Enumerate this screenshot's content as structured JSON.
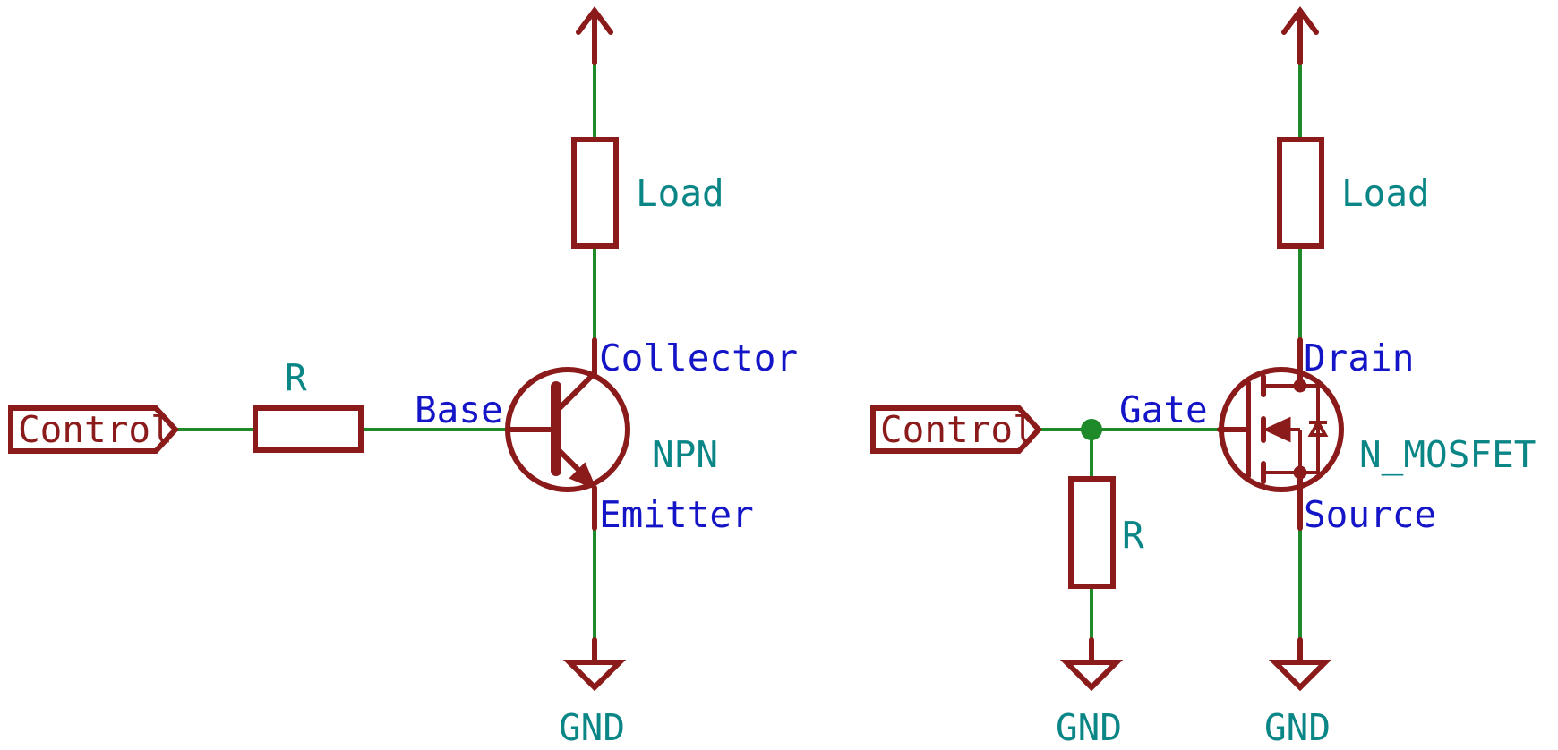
{
  "npn_circuit": {
    "input_label": "Control",
    "resistor_value": "R",
    "load_value": "Load",
    "transistor_value": "NPN",
    "pins": {
      "base": "Base",
      "collector": "Collector",
      "emitter": "Emitter"
    },
    "ground_label": "GND"
  },
  "mosfet_circuit": {
    "input_label": "Control",
    "resistor_value": "R",
    "load_value": "Load",
    "transistor_value": "N_MOSFET",
    "pins": {
      "gate": "Gate",
      "drain": "Drain",
      "source": "Source"
    },
    "resistor_ground_label": "GND",
    "source_ground_label": "GND"
  },
  "colors": {
    "component": "#8b1a1a",
    "wire": "#1f8a2a",
    "reference_text": "#0b8686",
    "pin_text": "#1515c8"
  }
}
